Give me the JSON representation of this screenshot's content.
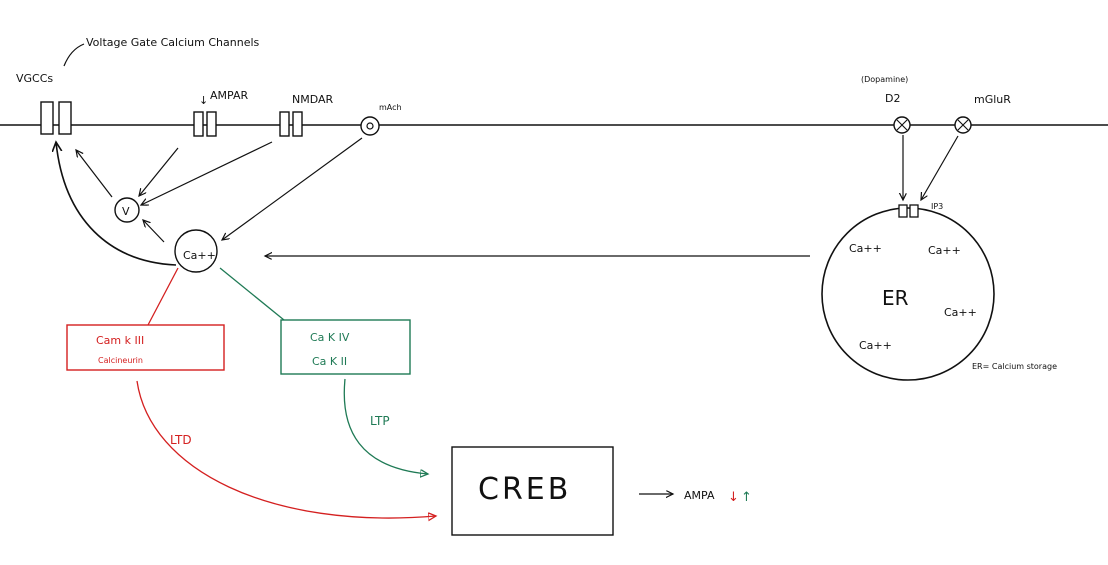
{
  "colors": {
    "ink": "#111111",
    "ltd": "#d42020",
    "ltp": "#1f7a55"
  },
  "labels": {
    "vgcc_title": "Voltage Gate Calcium Channels",
    "vgcc": "VGCCs",
    "ampar": "AMPAR",
    "ampar_arrow": "↓",
    "nmdar": "NMDAR",
    "mach": "mAch",
    "dopamine": "(Dopamine)",
    "d2": "D2",
    "mglur": "mGluR",
    "ip3": "IP3",
    "v": "V",
    "ca_node": "Ca++",
    "er_center": "ER",
    "er_ca": [
      "Ca++",
      "Ca++",
      "Ca++",
      "Ca++"
    ],
    "er_note": "ER= Calcium storage",
    "camk3": "Cam k III",
    "calcineurin": "Calcineurin",
    "cak4": "Ca K IV",
    "cak2": "Ca K II",
    "ltd": "LTD",
    "ltp": "LTP",
    "creb": "CREB",
    "ampa_result": "AMPA",
    "down_arrow": "↓",
    "up_arrow": "↑"
  }
}
